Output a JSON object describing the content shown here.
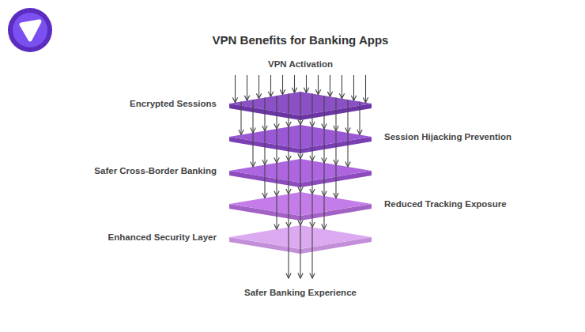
{
  "diagram": {
    "title": "VPN Benefits for Banking Apps",
    "nodes": [
      {
        "text": [
          "Encrypted Sessions"
        ]
      },
      {
        "text": [
          "Session Hijacking Prevention"
        ]
      },
      {
        "text": [
          "Safer Cross-Border Banking"
        ]
      },
      {
        "text": [
          "Reduced Tracking Exposure"
        ]
      },
      {
        "text": [
          "Enhanced Security Layer"
        ]
      }
    ],
    "edges": [
      {
        "from": 0,
        "to": 1,
        "arrow": "to"
      },
      {
        "from": 1,
        "to": 2,
        "arrow": "to"
      },
      {
        "from": 2,
        "to": 3,
        "arrow": "to"
      },
      {
        "from": 3,
        "to": 4,
        "arrow": "to"
      }
    ],
    "labels": [
      "VPN Activation",
      "Safer Banking Experience"
    ]
  }
}
